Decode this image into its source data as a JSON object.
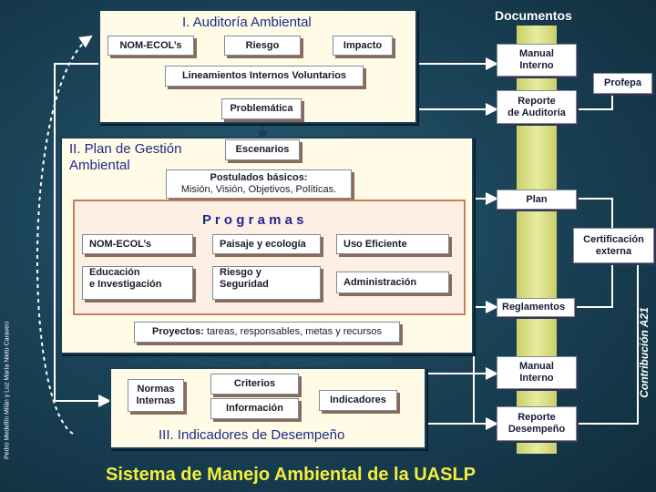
{
  "documentos_heading": "Documentos",
  "auditoria": {
    "title": "I. Auditoría Ambiental",
    "nom": "NOM-ECOL’s",
    "riesgo": "Riesgo",
    "impacto": "Impacto",
    "lineamientos": "Lineamientos Internos Voluntarios",
    "problematica": "Problemática"
  },
  "plan": {
    "title_line1": "II. Plan de Gestión",
    "title_line2": "Ambiental",
    "escenarios": "Escenarios",
    "postulados_title": "Postulados básicos:",
    "postulados_detail": "Misión, Visión, Objetivos, Políticas.",
    "programas_title": "P r o g r a m a s",
    "programas": [
      {
        "line1": "NOM-ECOL’s",
        "line2": ""
      },
      {
        "line1": "Paisaje y ecología",
        "line2": ""
      },
      {
        "line1": "Uso Eficiente",
        "line2": ""
      },
      {
        "line1": "Educación",
        "line2": "e Investigación"
      },
      {
        "line1": "Riesgo y",
        "line2": "Seguridad"
      },
      {
        "line1": "Administración",
        "line2": ""
      }
    ],
    "proyectos_label": "Proyectos:",
    "proyectos_detail": "tareas, responsables, metas y recursos"
  },
  "indicadores": {
    "title": "III. Indicadores de Desempeño",
    "normas_l1": "Normas",
    "normas_l2": "Internas",
    "criterios": "Criterios",
    "informacion": "Información",
    "indicadores": "Indicadores"
  },
  "documentos": {
    "manual1_l1": "Manual",
    "manual1_l2": "Interno",
    "reporte_aud_l1": "Reporte",
    "reporte_aud_l2": "de Auditoría",
    "plan": "Plan",
    "reglamentos": "Reglamentos",
    "manual2_l1": "Manual",
    "manual2_l2": "Interno",
    "reporte_des_l1": "Reporte",
    "reporte_des_l2": "Desempeño"
  },
  "externos": {
    "profepa": "Profepa",
    "cert_l1": "Certificación",
    "cert_l2": "externa",
    "contribucion": "Contribución A21"
  },
  "footer_title": "Sistema de Manejo Ambiental de la UASLP",
  "credit": "Pedro Medellín Milán y Luz María Nieto Caraveo",
  "colors": {
    "title_yellow": "#f2ee3c",
    "panel_fill": "#fffbe6",
    "programas_title": "#1f2a8a"
  }
}
